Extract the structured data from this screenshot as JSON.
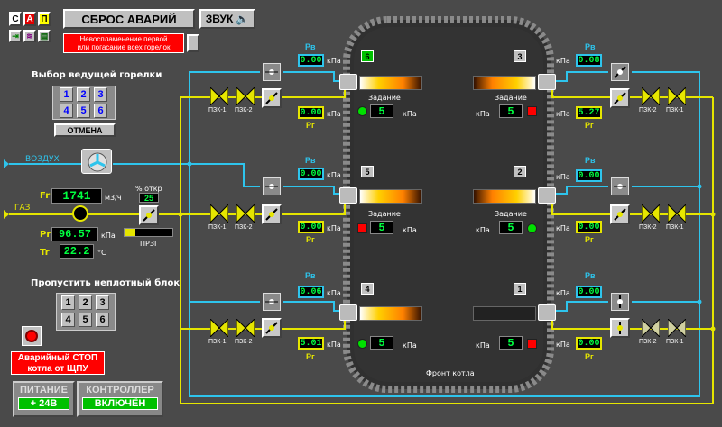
{
  "toolbar": {
    "reset_label": "СБРОС АВАРИЙ",
    "sound_label": "ЗВУК",
    "mode_c": "С",
    "mode_a": "А",
    "mode_p": "П"
  },
  "alarm_top": {
    "line1": "Невоспламенение первой",
    "line2": "или погасание всех горелок"
  },
  "lead_burner": {
    "title": "Выбор ведущей горелки",
    "keys": [
      "1",
      "2",
      "3",
      "4",
      "5",
      "6"
    ],
    "cancel": "ОТМЕНА"
  },
  "skip_block": {
    "title": "Пропустить неплотный блок",
    "keys": [
      "1",
      "2",
      "3",
      "4",
      "5",
      "6"
    ]
  },
  "air": {
    "label": "ВОЗДУХ"
  },
  "gas": {
    "label": "ГАЗ",
    "fr_label": "Fr",
    "fr_value": "1741",
    "fr_unit": "м3/ч",
    "pr_label": "Pr",
    "pr_value": "96.57",
    "pr_unit": "кПа",
    "tr_label": "Tr",
    "tr_value": "22.2",
    "tr_unit": "°С",
    "open_label": "% откр",
    "open_value": "25",
    "przg": "ПРЗГ"
  },
  "estop": {
    "line1": "Аварийный СТОП",
    "line2": "котла от ЩПУ"
  },
  "status": {
    "power_title": "ПИТАНИЕ",
    "power_value": "+ 24В",
    "ctrl_title": "КОНТРОЛЛЕР",
    "ctrl_value": "ВКЛЮЧЁН"
  },
  "boiler": {
    "front": "Фронт котла"
  },
  "units": {
    "kpa": "кПа",
    "pv": "Рв",
    "pg": "Рг",
    "task": "Задание",
    "pzk1": "ПЗК-1",
    "pzk2": "ПЗК-2"
  },
  "burners": {
    "b6": {
      "num": "6",
      "pv": "0.00",
      "pg": "0.00",
      "set": "5"
    },
    "b5": {
      "num": "5",
      "pv": "0.00",
      "pg": "0.00",
      "set": "5"
    },
    "b4": {
      "num": "4",
      "pv": "0.06",
      "pg": "5.01",
      "set": "5"
    },
    "b3": {
      "num": "3",
      "pv": "0.08",
      "pg": "5.27",
      "set": "5"
    },
    "b2": {
      "num": "2",
      "pv": "0.00",
      "pg": "0.00",
      "set": "5"
    },
    "b1": {
      "num": "1",
      "pv": "0.00",
      "pg": "0.00",
      "set": "5"
    }
  },
  "colors": {
    "air_line": "#2ec4ec",
    "gas_line": "#e6e600",
    "alarm": "#ff0000",
    "ok": "#00c000"
  }
}
